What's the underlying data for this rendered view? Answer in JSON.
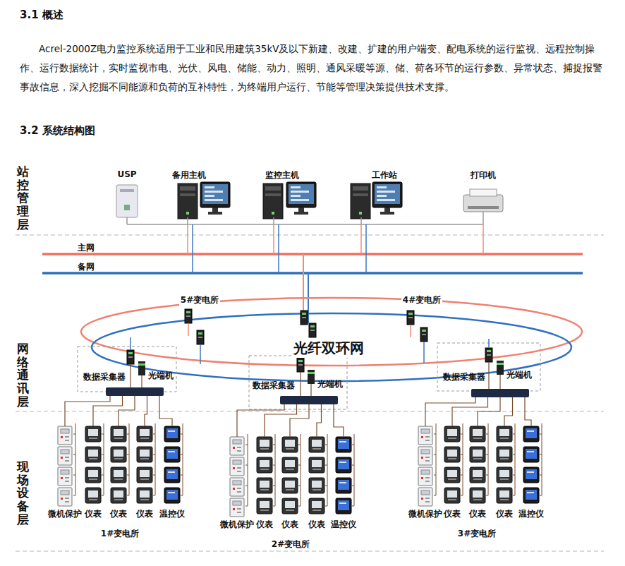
{
  "diagram": {
    "title": "3.1 概述",
    "nodes": [
      {
        "text": [
          "USP"
        ]
      },
      {
        "text": [
          "备用主机"
        ]
      },
      {
        "text": [
          "监控主机"
        ]
      },
      {
        "text": [
          "工作站"
        ]
      },
      {
        "text": [
          "打印机"
        ]
      },
      {
        "text": [
          "5#变电所"
        ]
      },
      {
        "text": [
          "4#变电所"
        ]
      },
      {
        "text": [
          "数据采集器"
        ]
      },
      {
        "text": [
          "光端机"
        ]
      },
      {
        "text": [
          "微机保护"
        ]
      },
      {
        "text": [
          "仪表"
        ]
      },
      {
        "text": [
          "仪表"
        ]
      },
      {
        "text": [
          "仪表"
        ]
      },
      {
        "text": [
          "温控仪"
        ]
      },
      {
        "text": [
          "数据采集器"
        ]
      },
      {
        "text": [
          "光端机"
        ]
      },
      {
        "text": [
          "微机保护"
        ]
      },
      {
        "text": [
          "仪表"
        ]
      },
      {
        "text": [
          "仪表"
        ]
      },
      {
        "text": [
          "仪表"
        ]
      },
      {
        "text": [
          "温控仪"
        ]
      },
      {
        "text": [
          "数据采集器"
        ]
      },
      {
        "text": [
          "光端机"
        ]
      },
      {
        "text": [
          "微机保护"
        ]
      },
      {
        "text": [
          "仪表"
        ]
      },
      {
        "text": [
          "仪表"
        ]
      },
      {
        "text": [
          "仪表"
        ]
      },
      {
        "text": [
          "温控仪"
        ]
      }
    ],
    "edges": [
      {
        "from": 7,
        "to": 9,
        "arrow": "none"
      },
      {
        "from": 7,
        "to": 10,
        "arrow": "none"
      },
      {
        "from": 7,
        "to": 11,
        "arrow": "none"
      },
      {
        "from": 7,
        "to": 12,
        "arrow": "none"
      },
      {
        "from": 7,
        "to": 13,
        "arrow": "none"
      },
      {
        "from": 8,
        "to": 7,
        "arrow": "none"
      },
      {
        "from": 14,
        "to": 16,
        "arrow": "none"
      },
      {
        "from": 14,
        "to": 17,
        "arrow": "none"
      },
      {
        "from": 14,
        "to": 18,
        "arrow": "none"
      },
      {
        "from": 14,
        "to": 19,
        "arrow": "none"
      },
      {
        "from": 14,
        "to": 20,
        "arrow": "none"
      },
      {
        "from": 15,
        "to": 14,
        "arrow": "none"
      },
      {
        "from": 21,
        "to": 23,
        "arrow": "none"
      },
      {
        "from": 21,
        "to": 24,
        "arrow": "none"
      },
      {
        "from": 21,
        "to": 25,
        "arrow": "none"
      },
      {
        "from": 21,
        "to": 26,
        "arrow": "none"
      },
      {
        "from": 21,
        "to": 27,
        "arrow": "none"
      },
      {
        "from": 22,
        "to": 21,
        "arrow": "none"
      }
    ],
    "labels": [
      "3.2 系统结构图",
      "Acrel-2000Z电力监控系统适用于工业和民用建筑35kV及以下新建、改建、扩建的用户端变、配电系统的运行监视、远程控制操作、运行数据统计，实时监视市电、光伏、风电、储能、动力、照明、通风采暖等源、储、荷各环节的运行参数、异常状态、捕捉报警事故信息，深入挖掘不同能源和负荷的互补特性，为终端用户运行、节能等管理决策提供技术支撑。",
      "站控管理层",
      "网络通讯层",
      "现场设备层",
      "主网",
      "备网",
      "光纤双环网",
      "1#变电所",
      "2#变电所",
      "3#变电所"
    ]
  }
}
